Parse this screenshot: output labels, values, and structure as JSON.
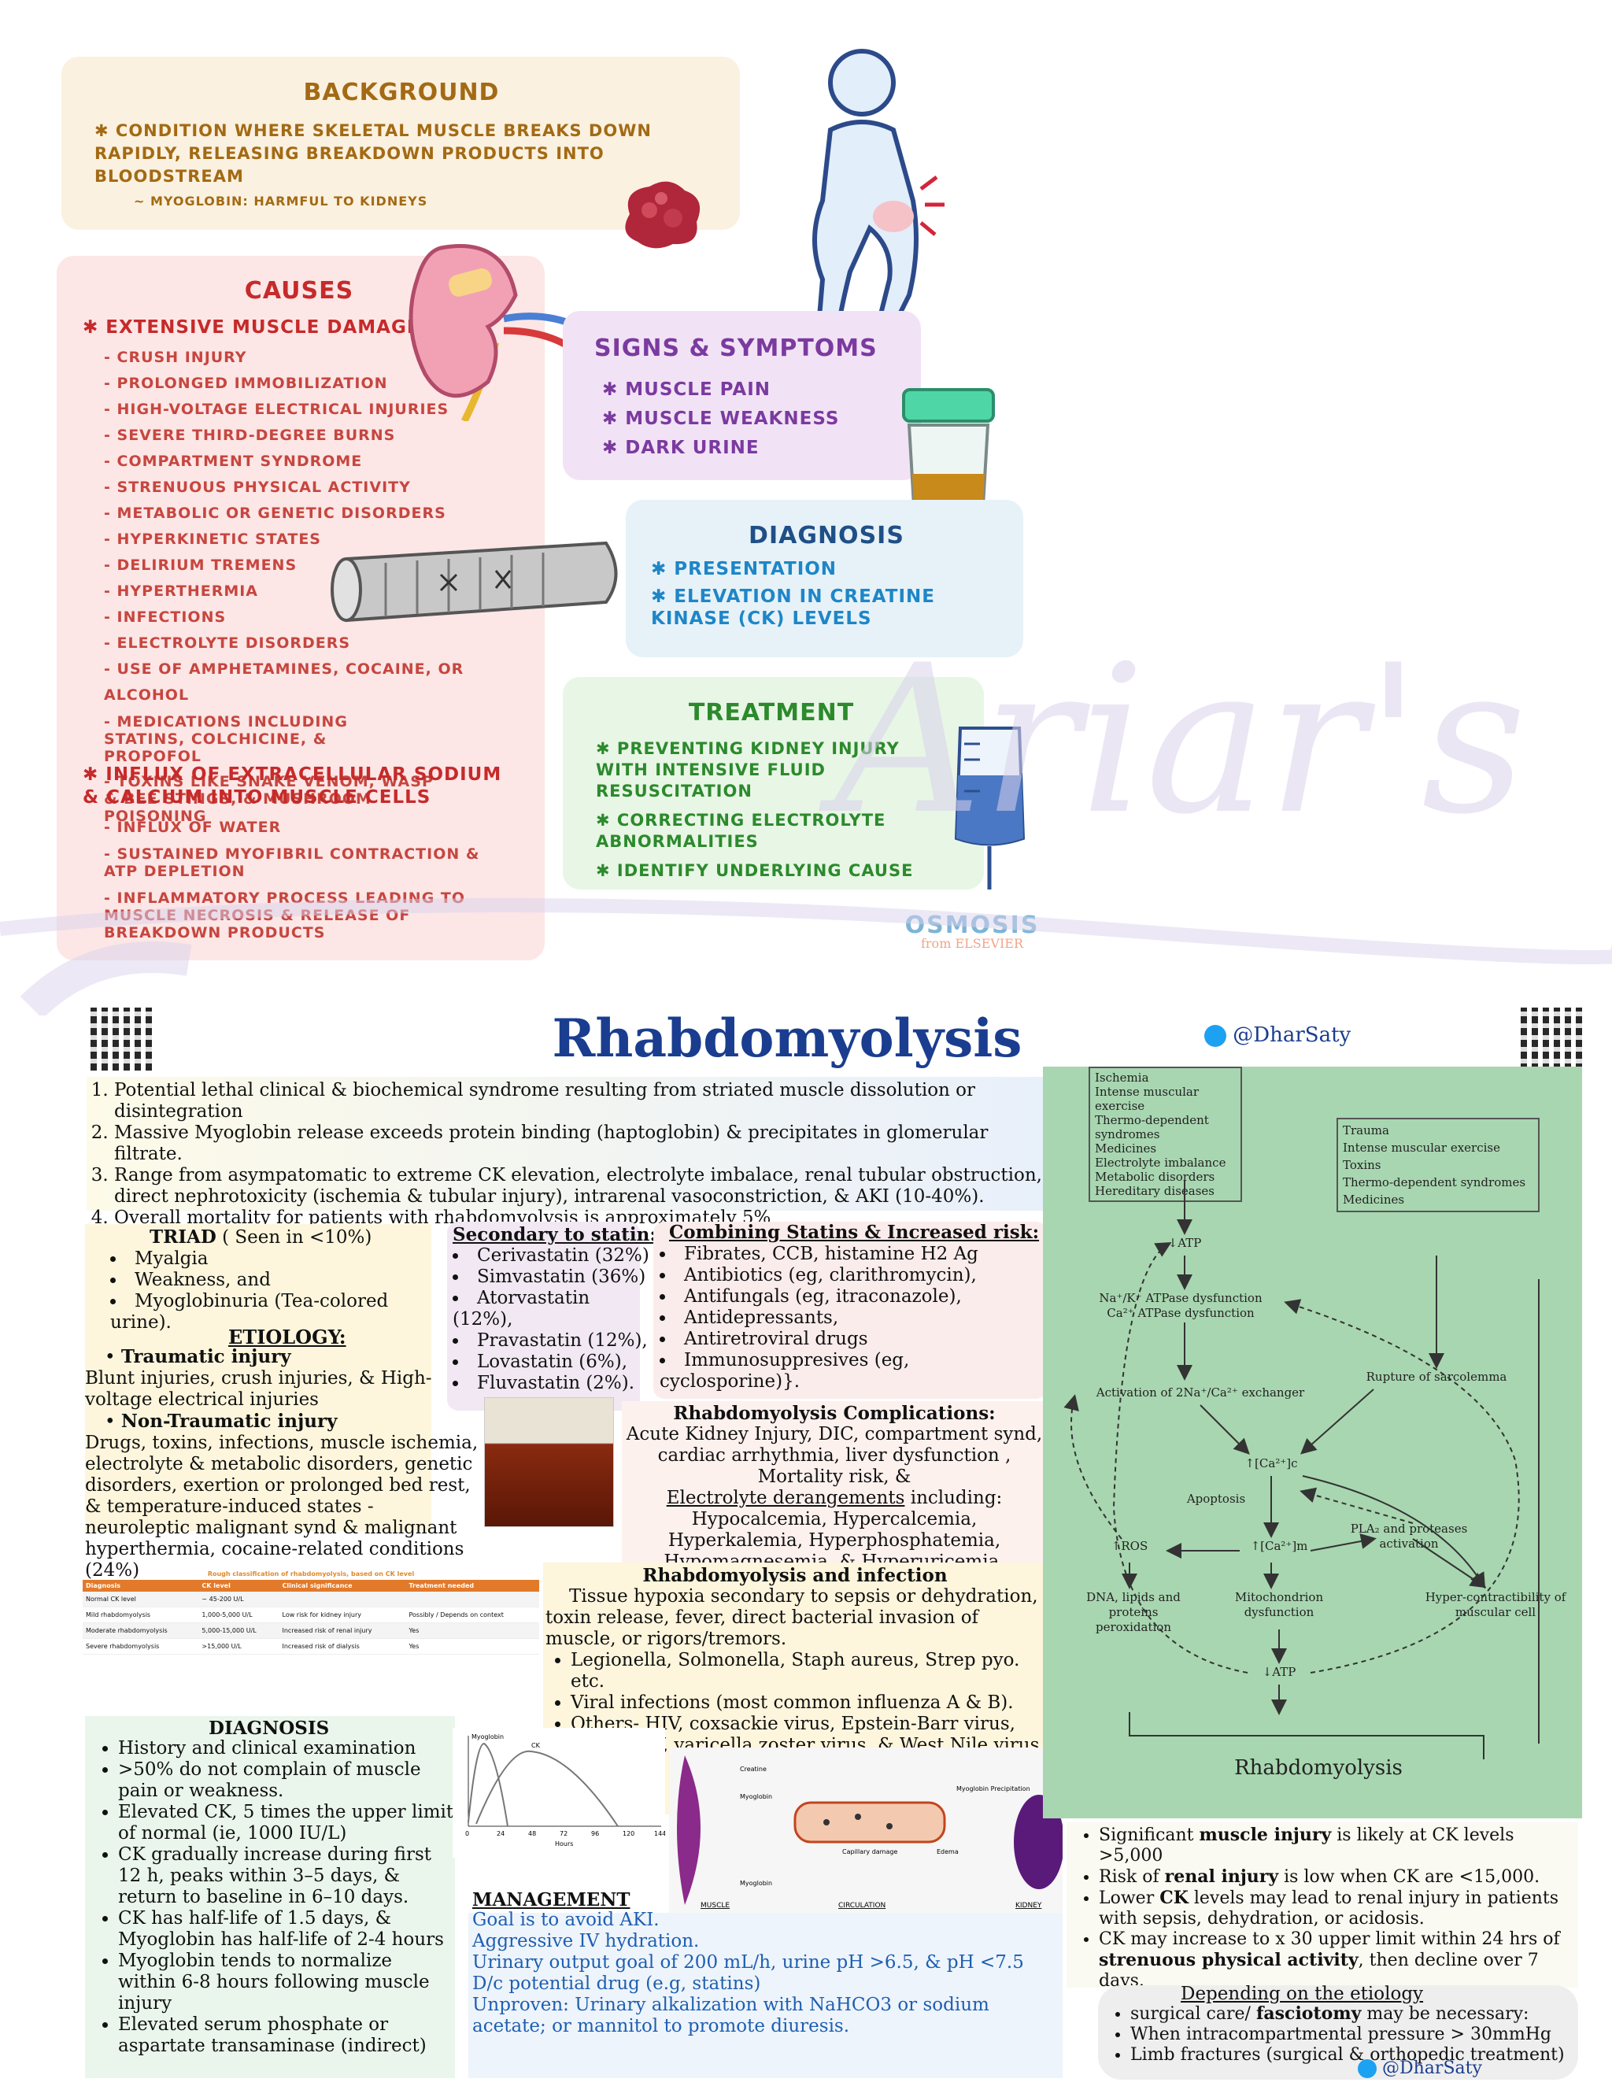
{
  "osmosis": {
    "background": {
      "title": "BACKGROUND",
      "items": [
        "CONDITION where SKELETAL MUSCLE BREAKS DOWN RAPIDLY, RELEASING BREAKDOWN PRODUCTS into BLOODSTREAM"
      ],
      "sub": "MYOGLOBIN: HARMFUL to KIDNEYS"
    },
    "causes": {
      "title": "CAUSES",
      "group1": "EXTENSIVE MUSCLE DAMAGE",
      "list1": [
        "CRUSH INJURY",
        "PROLONGED IMMOBILIZATION",
        "HIGH-VOLTAGE ELECTRICAL INJURIES",
        "SEVERE THIRD-DEGREE BURNS",
        "COMPARTMENT SYNDROME",
        "STRENUOUS PHYSICAL ACTIVITY",
        "METABOLIC or GENETIC DISORDERS",
        "HYPERKINETIC STATES",
        "DELIRIUM TREMENS",
        "HYPERTHERMIA",
        "INFECTIONS",
        "ELECTROLYTE DISORDERS",
        "USE of AMPHETAMINES, COCAINE, or ALCOHOL",
        "MEDICATIONS INCLUDING STATINS, COLCHICINE, & PROPOFOL",
        "TOXINS like SNAKE VENOM, WASP & BEE STINGS, & MUSHROOM POISONING"
      ],
      "group2": "INFLUX of EXTRACELLULAR SODIUM & CALCIUM into MUSCLE CELLS",
      "list2": [
        "INFLUX of WATER",
        "SUSTAINED MYOFIBRIL CONTRACTION & ATP DEPLETION",
        "INFLAMMATORY PROCESS LEADING to MUSCLE NECROSIS & RELEASE of BREAKDOWN PRODUCTS"
      ]
    },
    "signs": {
      "title": "SIGNS & SYMPTOMS",
      "items": [
        "MUSCLE PAIN",
        "MUSCLE WEAKNESS",
        "DARK URINE"
      ]
    },
    "diagnosis": {
      "title": "DIAGNOSIS",
      "items": [
        "PRESENTATION",
        "ELEVATION in CREATINE KINASE (CK) LEVELS"
      ]
    },
    "treatment": {
      "title": "TREATMENT",
      "items": [
        "PREVENTING KIDNEY INJURY with INTENSIVE FLUID RESUSCITATION",
        "CORRECTING ELECTROLYTE ABNORMALITIES",
        "IDENTIFY UNDERLYING CAUSE"
      ]
    },
    "logo": "OSMOSIS",
    "logo_sub": "from ELSEVIER"
  },
  "watermark": "Ariar's",
  "sheet": {
    "title": "Rhabdomyolysis",
    "handle": "@DharSaty",
    "intro": [
      "Potential lethal clinical & biochemical syndrome resulting from striated muscle dissolution or disintegration",
      "Massive Myoglobin release exceeds protein binding (haptoglobin) & precipitates in glomerular filtrate.",
      "Range from asympatomatic to extreme CK elevation, electrolyte imbalace, renal tubular obstruction, direct nephrotoxicity (ischemia & tubular injury), intrarenal vasoconstriction, & AKI (10-40%).",
      "Overall mortality for patients with rhabdomyolysis is approximately 5%"
    ],
    "triad": {
      "title": "TRIAD",
      "note": "( Seen in <10%)",
      "items": [
        "Myalgia",
        "Weakness, and",
        "Myoglobinuria (Tea-colored urine)."
      ]
    },
    "statin": {
      "title": "Secondary to statin:",
      "items": [
        "Cerivastatin (32%)",
        "Simvastatin (36%)",
        "Atorvastatin (12%),",
        "Pravastatin (12%),",
        "Lovastatin (6%),",
        "Fluvastatin (2%)."
      ]
    },
    "combining": {
      "title": "Combining Statins & Increased risk:",
      "items": [
        "Fibrates, CCB, histamine H2 Ag",
        "Antibiotics (eg, clarithromycin),",
        "Antifungals (eg, itraconazole),",
        "Antidepressants,",
        "Antiretroviral drugs",
        "Immunosuppresives (eg, cyclosporine)}."
      ]
    },
    "etiology": {
      "title": "ETIOLOGY:",
      "trauma_h": "Traumatic injury",
      "trauma": "Blunt injuries, crush injuries, & High-voltage electrical injuries",
      "nontrauma_h": "Non-Traumatic injury",
      "nontrauma": "Drugs, toxins, infections, muscle ischemia, electrolyte & metabolic disorders, genetic disorders, exertion or prolonged bed rest, & temperature-induced states - neuroleptic malignant synd & malignant hyperthermia, cocaine-related conditions (24%)"
    },
    "complications": {
      "title": "Rhabdomyolysis Complications:",
      "body": "Acute Kidney Injury, DIC, compartment synd, cardiac arrhythmia, liver dysfunction , Mortality risk, &",
      "elec_h": "Electrolyte derangements",
      "elec_tail": " including:",
      "elec": "Hypocalcemia, Hypercalcemia, Hyperkalemia, Hyperphosphatemia, Hypomagnesemia, & Hyperuricemia."
    },
    "table": {
      "caption": "Rough classification of rhabdomyolysis, based on CK level",
      "headers": [
        "Diagnosis",
        "CK level",
        "Clinical significance",
        "Treatment needed"
      ],
      "rows": [
        [
          "Normal CK level",
          "~ 45-200 U/L",
          "",
          ""
        ],
        [
          "Mild rhabdomyolysis",
          "1,000-5,000 U/L",
          "Low risk for kidney injury",
          "Possibly / Depends on context"
        ],
        [
          "Moderate rhabdomyolysis",
          "5,000-15,000 U/L",
          "Increased risk of renal injury",
          "Yes"
        ],
        [
          "Severe rhabdomyolysis",
          ">15,000 U/L",
          "Increased risk of dialysis",
          "Yes"
        ]
      ]
    },
    "infection": {
      "title": "Rhabdomyolysis and infection",
      "body": "Tissue hypoxia secondary to sepsis or dehydration, toxin release, fever, direct bacterial invasion of muscle, or rigors/tremors.",
      "items": [
        "Legionella, Solmonella, Staph aureus, Strep pyo. etc.",
        "Viral infections (most common influenza A & B).",
        "Others- HIV, coxsackie virus, Epstein-Barr virus, CMV, HSV, varicella zoster virus, & West Nile virus"
      ]
    },
    "diagnosis": {
      "title": "DIAGNOSIS",
      "items": [
        "History and clinical examination",
        ">50% do not complain of muscle pain or weakness.",
        "Elevated CK, 5 times the upper limit of normal (ie, 1000 IU/L)",
        "CK gradually increase during first 12 h, peaks within 3–5 days, & return to baseline in 6–10 days.",
        "CK has half-life of 1.5 days, & Myoglobin has half-life of 2-4 hours",
        "Myoglobin tends to normalize within 6-8 hours following muscle injury",
        "Elevated serum phosphate or aspartate transaminase (indirect)"
      ]
    },
    "management": {
      "title": "MANAGEMENT",
      "lines": [
        "Goal is to avoid AKI.",
        "Aggressive IV hydration.",
        "Urinary output goal of 200 mL/h, urine pH >6.5, & pH <7.5",
        "D/c potential drug (e.g, statins)",
        "Unproven: Urinary alkalization with NaHCO3 or sodium acetate; or mannitol to promote diuresis."
      ]
    },
    "ck": {
      "items": [
        [
          "Significant ",
          "muscle injury",
          " is likely at CK levels >5,000"
        ],
        [
          "Risk of ",
          "renal injury",
          " is low when CK are <15,000."
        ],
        [
          "Lower ",
          "CK",
          " levels may lead to renal injury in patients with sepsis, dehydration, or acidosis."
        ],
        [
          "CK may increase to x 30 upper limit within 24 hrs of ",
          "strenuous physical activity",
          ", then decline over 7 days."
        ]
      ]
    },
    "etiology2": {
      "title": "Depending on the etiology",
      "items": [
        [
          "surgical care/ ",
          "fasciotomy",
          " may be necessary:"
        ],
        [
          "When intracompartmental pressure > 30mmHg",
          "",
          ""
        ],
        [
          "Limb fractures (surgical & orthopedic treatment)",
          "",
          ""
        ]
      ]
    },
    "chart": {
      "series": [
        "Myoglobin",
        "CK"
      ],
      "xlabel": "Hours",
      "x_ticks": [
        "0",
        "24",
        "48",
        "72",
        "96",
        "120",
        "144"
      ]
    },
    "organs": {
      "muscle": "MUSCLE",
      "circ": "CIRCULATION",
      "kidney": "KIDNEY",
      "labels": [
        "Creatine",
        "Myoglobin",
        "Myoglobin",
        "Capillary damage",
        "Myoglobin Precipitation",
        "Edema"
      ]
    },
    "flow": {
      "box1": [
        "Ischemia",
        "Intense muscular exercise",
        "Thermo-dependent syndromes",
        "Medicines",
        "Electrolyte imbalance",
        "Metabolic disorders",
        "Hereditary diseases"
      ],
      "box2": [
        "Trauma",
        "Intense muscular exercise",
        "Toxins",
        "Thermo-dependent syndromes",
        "Medicines"
      ],
      "atp1": "↓ATP",
      "pump": "Na⁺/K⁺ ATPase dysfunction\nCa²⁺ ATPase dysfunction",
      "rupture": "Rupture of sarcolemma",
      "exch": "Activation of 2Na⁺/Ca²⁺ exchanger",
      "cac": "↑[Ca²⁺]c",
      "apop": "Apoptosis",
      "pla": "PLA₂ and proteases activation",
      "ros": "↑ROS",
      "cam": "↑[Ca²⁺]m",
      "dna": "DNA, lipids and proteins peroxidation",
      "mito": "Mitochondrion dysfunction",
      "hyper": "Hyper-contractibility of muscular cell",
      "atp2": "↓ATP",
      "result": "Rhabdomyolysis"
    }
  }
}
